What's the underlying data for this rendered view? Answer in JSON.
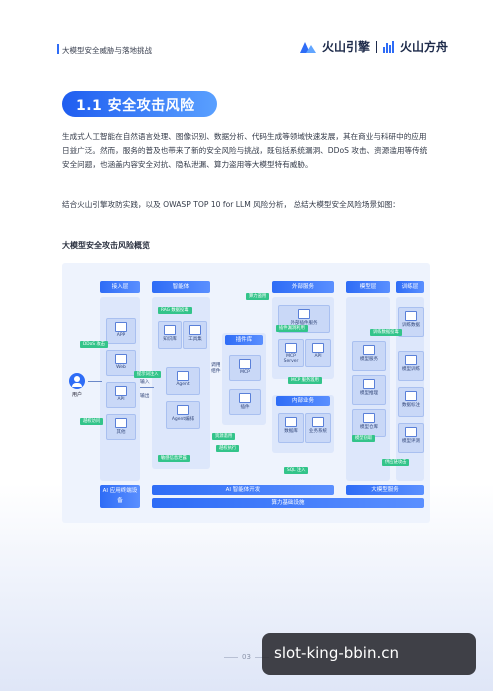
{
  "header": {
    "title": "大模型安全威胁与落地挑战"
  },
  "logo": {
    "brand1": "火山引擎",
    "brand2": "火山方舟"
  },
  "section": {
    "title": "1.1 安全攻击风险"
  },
  "paragraphs": [
    "生成式人工智能在自然语言处理、图像识别、数据分析、代码生成等领域快速发展，其在商业与科研中的应用日益广泛。然而，服务的普及也带来了新的安全风险与挑战，既包括系统漏洞、DDoS 攻击、资源滥用等传统安全问题，也涵盖内容安全对抗、隐私泄漏、算力盗用等大模型特有威胁。",
    "结合火山引擎攻防实践，以及 OWASP TOP 10 for LLM 风险分析， 总结大模型安全风险场景如图："
  ],
  "figure": {
    "title": "大模型安全攻击风险概览",
    "columns": [
      "接入层",
      "智能体",
      "外部服务",
      "模型层",
      "训练层"
    ],
    "user": "用户",
    "plugin_header": "插件库",
    "internal_header": "内部业务",
    "agent_boxes": [
      "知识库",
      "工具集",
      "Agent",
      "Agent编排"
    ],
    "access_boxes": [
      "APP",
      "Web",
      "API",
      "其他"
    ],
    "external_boxes": [
      "外部插件服务",
      "MCP Server",
      "API"
    ],
    "internal_boxes": [
      "数据库",
      "业务系统"
    ],
    "model_boxes": [
      "模型服务",
      "模型推理",
      "模型仓库"
    ],
    "train_boxes": [
      "训练数据",
      "模型训练",
      "数据标注",
      "模型评测"
    ],
    "plugin_boxes": [
      "MCP",
      "插件"
    ],
    "io": [
      "输入",
      "输出"
    ],
    "call": "调用组件",
    "green_tags": [
      "DDoS 攻击",
      "提示词注入",
      "越权访问",
      "RAG 数据投毒",
      "插件漏洞利用",
      "MCP 服务滥用",
      "算力盗用",
      "训练数据投毒",
      "敏感信息泄露",
      "资源滥用",
      "越权执行",
      "模型窃取",
      "SQL 注入",
      "供应链攻击"
    ],
    "bottom_bars": [
      "AI 应用终端设备",
      "AI 智能体开发",
      "大模型服务",
      "算力基础设施"
    ]
  },
  "footer": {
    "page": "03"
  },
  "watermark": {
    "text": "slot-king-bbin.cn"
  }
}
